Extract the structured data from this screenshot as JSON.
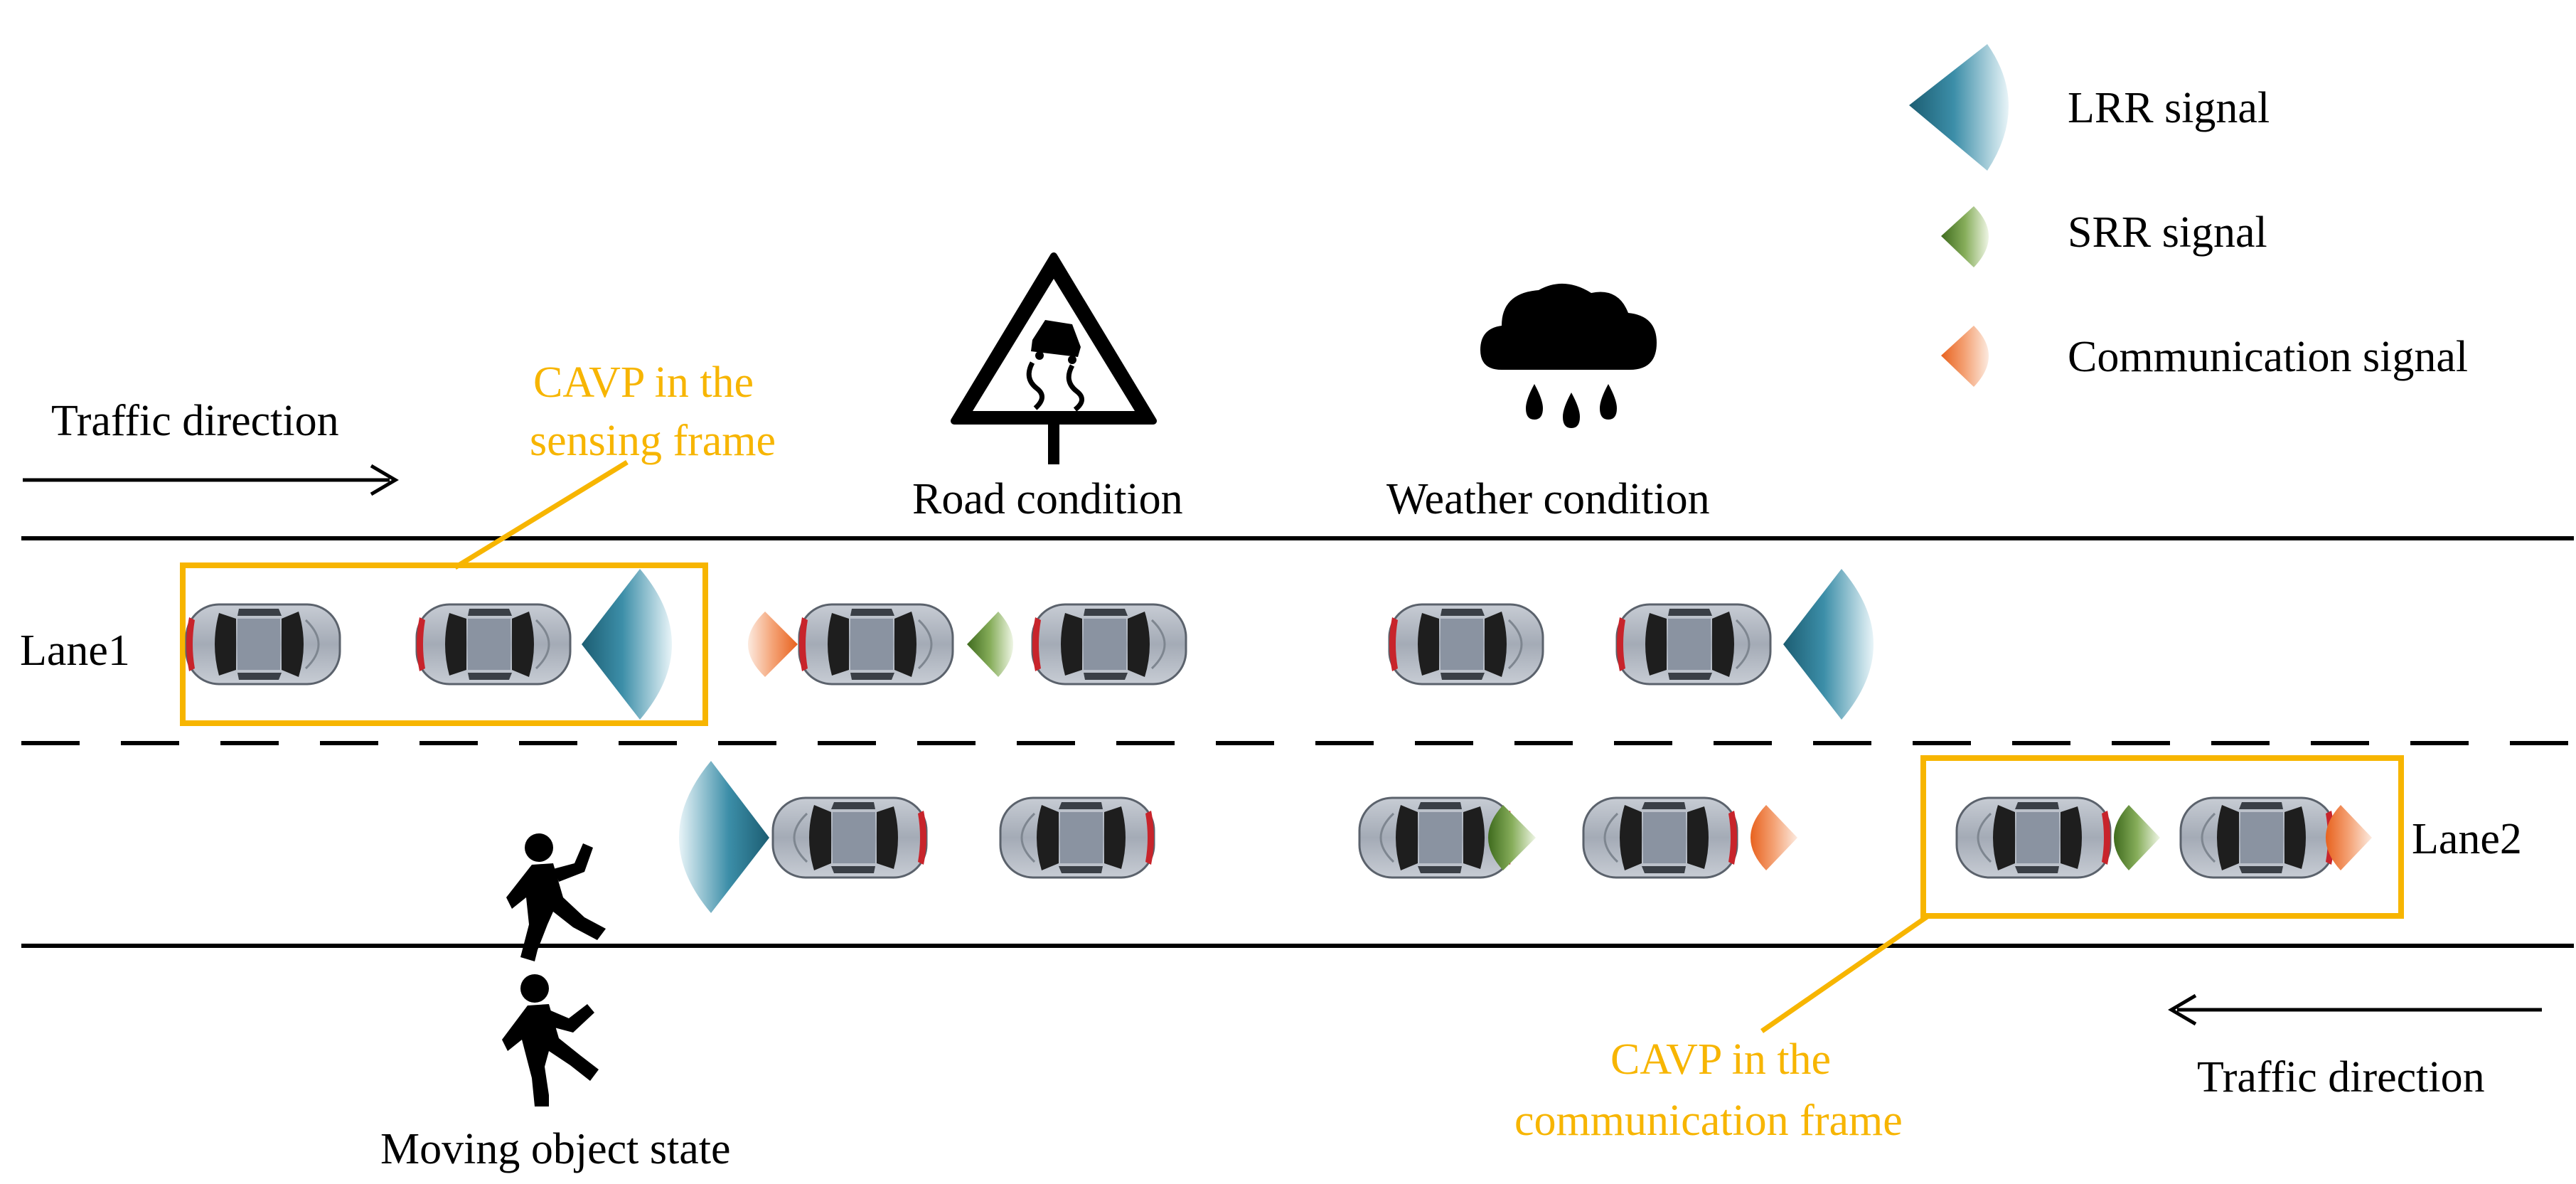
{
  "legend": {
    "lrr": "LRR signal",
    "srr": "SRR signal",
    "comm": "Communication signal"
  },
  "labels": {
    "traffic_direction_top": "Traffic direction",
    "traffic_direction_bottom": "Traffic direction",
    "lane1": "Lane1",
    "lane2": "Lane2",
    "road_condition": "Road condition",
    "weather_condition": "Weather condition",
    "moving_object_state": "Moving object state",
    "sensing_frame_line1": "CAVP in the",
    "sensing_frame_line2": "sensing frame",
    "comm_frame_line1": "CAVP in the",
    "comm_frame_line2": "communication frame"
  },
  "colors": {
    "frame": "#F7B500",
    "lrr": "#1E6E86",
    "srr": "#5E8A2E",
    "comm": "#EE7B3B",
    "car_body": "#A8AEB8",
    "car_roof": "#8A93A1",
    "glass": "#1E1E1E",
    "tail_light": "#C8242B"
  },
  "icons": [
    "slippery-road-sign-icon",
    "rain-cloud-icon",
    "pedestrian-icon"
  ]
}
